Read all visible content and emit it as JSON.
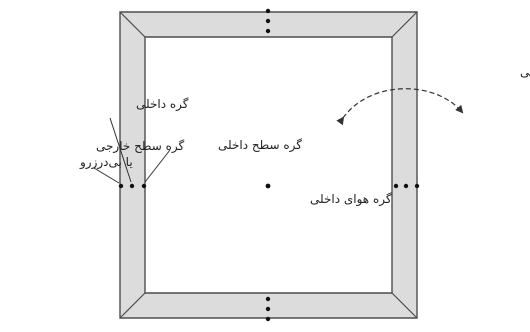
{
  "labels": {
    "air_exchange": "تعویض هوای داخلی",
    "inner_node": "گره داخلی",
    "inner_surface_node": "گره سطح داخلی",
    "outer_surface_node_line1": "گره سطح خارجی",
    "outer_surface_node_line2": "یا بی‌درزرو",
    "indoor_air_node": "گره هوای داخلی"
  },
  "colors": {
    "wall_fill": "#dcdcdc",
    "stroke": "#4d4d4d",
    "node": "#111111",
    "background": "#ffffff"
  }
}
